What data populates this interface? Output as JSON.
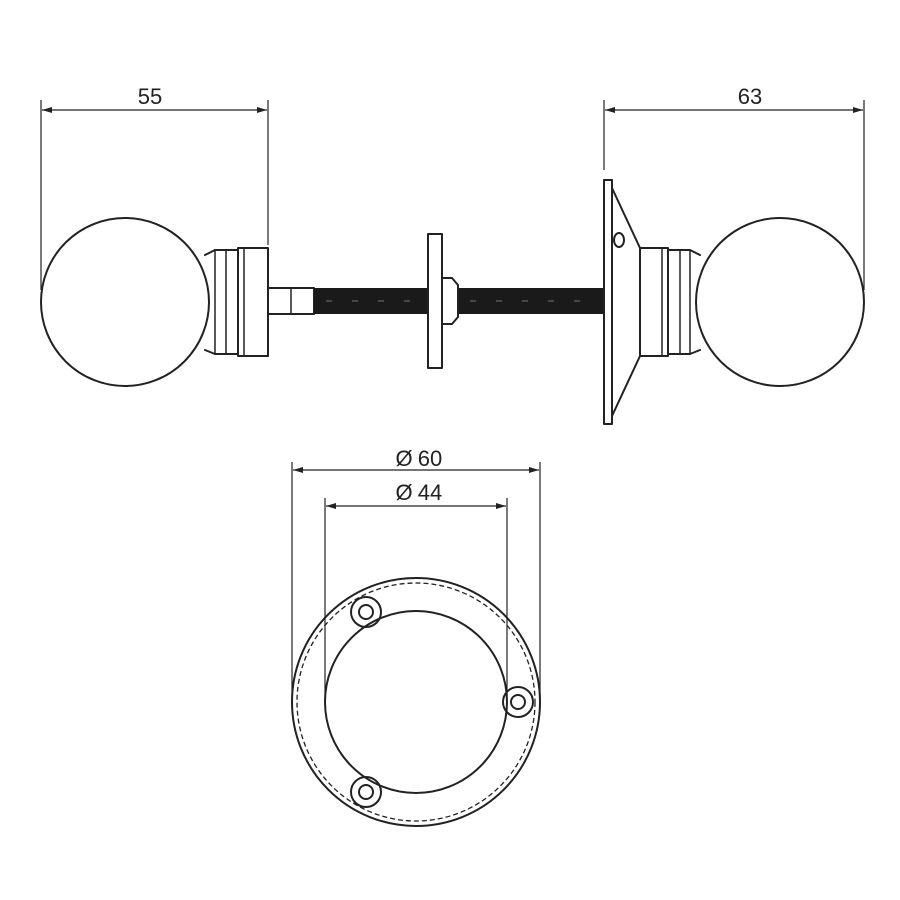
{
  "dimensions": {
    "left_knob_length": "55",
    "right_knob_length": "63",
    "rose_outer_diameter": "60",
    "rose_inner_diameter": "44",
    "diameter_symbol": "Ø"
  },
  "colors": {
    "line": "#222222",
    "thread": "#1a1a1a",
    "background": "#ffffff"
  }
}
